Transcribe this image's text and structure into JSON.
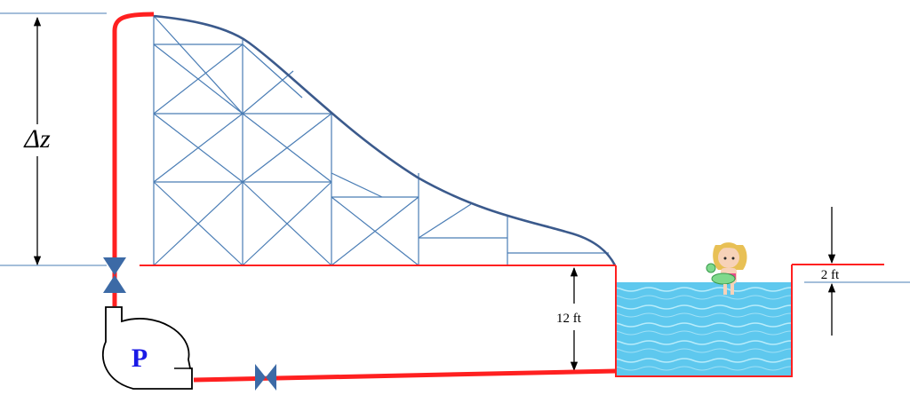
{
  "labels": {
    "delta_z": "Δz",
    "height_12": "12 ft",
    "height_2": "2 ft",
    "pump": "P"
  },
  "icons": {
    "valve": "valve-icon",
    "pump": "pump-icon",
    "swimmer": "swimmer-icon"
  },
  "colors": {
    "pipe": "#ff2020",
    "structure": "#4a7db5",
    "slide_curve": "#3b5a8c",
    "water": "#5ec8ee",
    "valve": "#3c6aa6",
    "pump_letter": "#1a1ae6",
    "dimension": "#000000",
    "ref_line": "#4a7db5"
  }
}
